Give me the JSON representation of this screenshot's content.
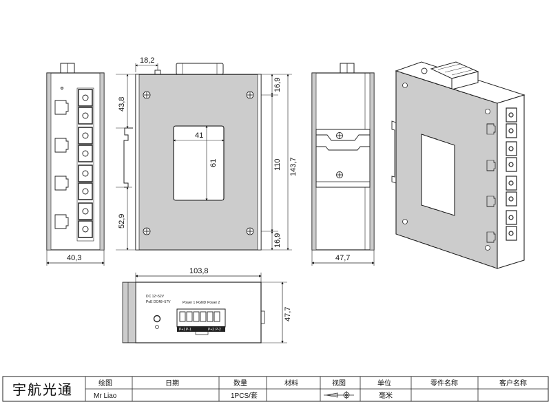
{
  "dimensions": {
    "front_width": "40,3",
    "top_pin": "18,2",
    "top_offset": "43,8",
    "bottom_offset": "52,9",
    "window_width": "41",
    "window_height": "61",
    "fin_top": "16,9",
    "fin_bottom": "16,9",
    "inner_height": "110",
    "total_height": "143,7",
    "side_depth": "47,7",
    "top_view_length": "103,8",
    "top_view_depth": "47,7"
  },
  "top_view": {
    "dc_label": "DC 12~52V",
    "poe_label": "PoE DC48~57V",
    "power1": "Power 1",
    "fgnd": "FGND",
    "power2": "Power 2",
    "p1_plus": "P+1",
    "p1_minus": "P-1",
    "p2_plus": "P+2",
    "p2_minus": "P-2"
  },
  "title_block": {
    "company": "宇航光通",
    "headers": [
      "绘图",
      "日期",
      "数量",
      "材料",
      "视图",
      "单位",
      "零件名称",
      "客户名称"
    ],
    "values": [
      "Mr Liao",
      "",
      "1PCS/套",
      "",
      "",
      "毫米",
      "",
      ""
    ]
  },
  "colors": {
    "line": "#222222",
    "background": "#ffffff"
  }
}
